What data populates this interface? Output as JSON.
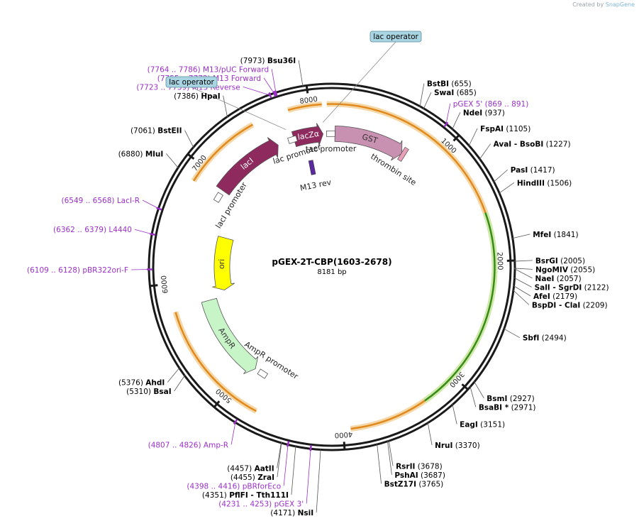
{
  "credit": {
    "prefix": "Created by",
    "brand": "SnapGene"
  },
  "plasmid": {
    "name": "pGEX-2T-CBP(1603-2678)",
    "length_label": "8181 bp",
    "length": 8181
  },
  "colors": {
    "backbone": "#1a1a1a",
    "primer": "#9b30c8",
    "site": "#000000",
    "orange_arc": "#e08a1e",
    "green_arc": "#3a8a1a",
    "lacI": "#8e2a5e",
    "lacZ": "#8e2a5e",
    "GST": "#c891b1",
    "thrombin": "#e8a0b8",
    "ori": "#ffff00",
    "AmpR": "#c8f5c8",
    "operator_box": "#a9d5e3"
  },
  "ticks": [
    {
      "pos": 1000,
      "label": "1000"
    },
    {
      "pos": 2000,
      "label": "2000"
    },
    {
      "pos": 3000,
      "label": "3000"
    },
    {
      "pos": 4000,
      "label": "4000"
    },
    {
      "pos": 5000,
      "label": "5000"
    },
    {
      "pos": 6000,
      "label": "6000"
    },
    {
      "pos": 7000,
      "label": "7000"
    },
    {
      "pos": 8000,
      "label": "8000"
    }
  ],
  "features": [
    {
      "name": "lacZα",
      "start": 7805,
      "end": 8095,
      "strand": 1,
      "ring": 0.92,
      "color": "#8e2a5e",
      "labelColor": "#ffffff"
    },
    {
      "name": "GST",
      "start": 30,
      "end": 720,
      "strand": 1,
      "ring": 0.92,
      "color": "#c891b1",
      "labelColor": "#333333"
    },
    {
      "name": "lacI",
      "start": 6930,
      "end": 7640,
      "strand": 1,
      "ring": 0.92,
      "color": "#8e2a5e",
      "labelColor": "#ffffff"
    },
    {
      "name": "ori",
      "start": 5860,
      "end": 6480,
      "strand": -1,
      "ring": 0.76,
      "color": "#ffff00",
      "labelColor": "#333333"
    },
    {
      "name": "AmpR",
      "start": 4930,
      "end": 5790,
      "strand": -1,
      "ring": 0.88,
      "color": "#c8f5c8",
      "labelColor": "#333333"
    }
  ],
  "small_features": [
    {
      "name": "thrombin site",
      "pos": 735,
      "ring": 0.92,
      "color": "#e8a0b8"
    },
    {
      "name": "M13 rev",
      "pos": 7925,
      "ring": 0.7,
      "color": "#5a2aa0"
    }
  ],
  "promoters": [
    {
      "name": "lac promoter",
      "pos": 7790,
      "ring": 0.92
    },
    {
      "name": "tac promoter",
      "pos": 8170,
      "ring": 0.92
    },
    {
      "name": "lacI promoter",
      "pos": 6850,
      "ring": 0.92
    },
    {
      "name": "AmpR promoter",
      "pos": 4840,
      "ring": 0.88
    }
  ],
  "orange_arcs": [
    {
      "start": 8140,
      "end": 3940,
      "ring": 1.03
    },
    {
      "start": 7825,
      "end": 8100,
      "ring": 1.03
    },
    {
      "start": 4720,
      "end": 5770,
      "ring": 1.03
    },
    {
      "start": 6860,
      "end": 7520,
      "ring": 1.03
    }
  ],
  "green_arcs": [
    {
      "start": 1603,
      "end": 3300,
      "ring": 0.9
    }
  ],
  "sites": [
    {
      "name": "Bsu36I",
      "pos": "7973",
      "type": "site"
    },
    {
      "name": "BstBI",
      "pos": "655",
      "type": "site"
    },
    {
      "name": "SwaI",
      "pos": "685",
      "type": "site"
    },
    {
      "name": "NdeI",
      "pos": "937",
      "type": "site"
    },
    {
      "name": "FspAI",
      "pos": "1105",
      "type": "site"
    },
    {
      "name": "AvaI",
      "pos": "1227",
      "extra": "BsoBI",
      "type": "site"
    },
    {
      "name": "PasI",
      "pos": "1417",
      "type": "site"
    },
    {
      "name": "HindIII",
      "pos": "1506",
      "type": "site"
    },
    {
      "name": "MfeI",
      "pos": "1841",
      "type": "site"
    },
    {
      "name": "BsrGI",
      "pos": "2005",
      "type": "site"
    },
    {
      "name": "NgoMIV",
      "pos": "2055",
      "type": "site"
    },
    {
      "name": "NaeI",
      "pos": "2057",
      "type": "site"
    },
    {
      "name": "SalI",
      "pos": "2122",
      "extra": "SgrDI",
      "type": "site"
    },
    {
      "name": "AfeI",
      "pos": "2179",
      "type": "site"
    },
    {
      "name": "BspDI",
      "pos": "2209",
      "extra": "ClaI",
      "type": "site"
    },
    {
      "name": "SbfI",
      "pos": "2494",
      "type": "site"
    },
    {
      "name": "BsmI",
      "pos": "2927",
      "type": "site"
    },
    {
      "name": "BsaBI *",
      "pos": "2971",
      "type": "site"
    },
    {
      "name": "EagI",
      "pos": "3151",
      "type": "site"
    },
    {
      "name": "NruI",
      "pos": "3370",
      "type": "site"
    },
    {
      "name": "RsrII",
      "pos": "3678",
      "type": "site"
    },
    {
      "name": "PshAI",
      "pos": "3687",
      "type": "site"
    },
    {
      "name": "BstZ17I",
      "pos": "3765",
      "type": "site"
    },
    {
      "name": "NsiI",
      "pos": "4171",
      "type": "site"
    },
    {
      "name": "PflFI",
      "pos": "4351",
      "extra": "Tth111I",
      "type": "site"
    },
    {
      "name": "ZraI",
      "pos": "4455",
      "type": "site"
    },
    {
      "name": "AatII",
      "pos": "4457",
      "type": "site"
    },
    {
      "name": "BsaI",
      "pos": "5310",
      "type": "site"
    },
    {
      "name": "AhdI",
      "pos": "5376",
      "type": "site"
    },
    {
      "name": "MluI",
      "pos": "6880",
      "type": "site"
    },
    {
      "name": "BstEII",
      "pos": "7061",
      "type": "site"
    },
    {
      "name": "HpaI",
      "pos": "7386",
      "type": "site"
    }
  ],
  "primers": [
    {
      "name": "pGEX 5'",
      "range": "869 .. 891",
      "pos": 880
    },
    {
      "name": "pGEX 3'",
      "range": "4231 .. 4253",
      "pos": 4242
    },
    {
      "name": "pBRforEco",
      "range": "4398 .. 4416",
      "pos": 4407
    },
    {
      "name": "Amp-R",
      "range": "4807 .. 4826",
      "pos": 4816
    },
    {
      "name": "pBR322ori-F",
      "range": "6109 .. 6128",
      "pos": 6118
    },
    {
      "name": "L4440",
      "range": "6362 .. 6379",
      "pos": 6370
    },
    {
      "name": "LacI-R",
      "range": "6549 .. 6568",
      "pos": 6558
    },
    {
      "name": "M13 Reverse",
      "range": "7723 .. 7739",
      "pos": 7731
    },
    {
      "name": "M13 Forward",
      "range": "7755 .. 7772",
      "pos": 7763
    },
    {
      "name": "M13/pUC Forward",
      "range": "7764 .. 7786",
      "pos": 7775
    }
  ],
  "operators": [
    {
      "name": "lac operator",
      "pos": 8100
    },
    {
      "name": "lac operator",
      "pos": 7760
    }
  ]
}
